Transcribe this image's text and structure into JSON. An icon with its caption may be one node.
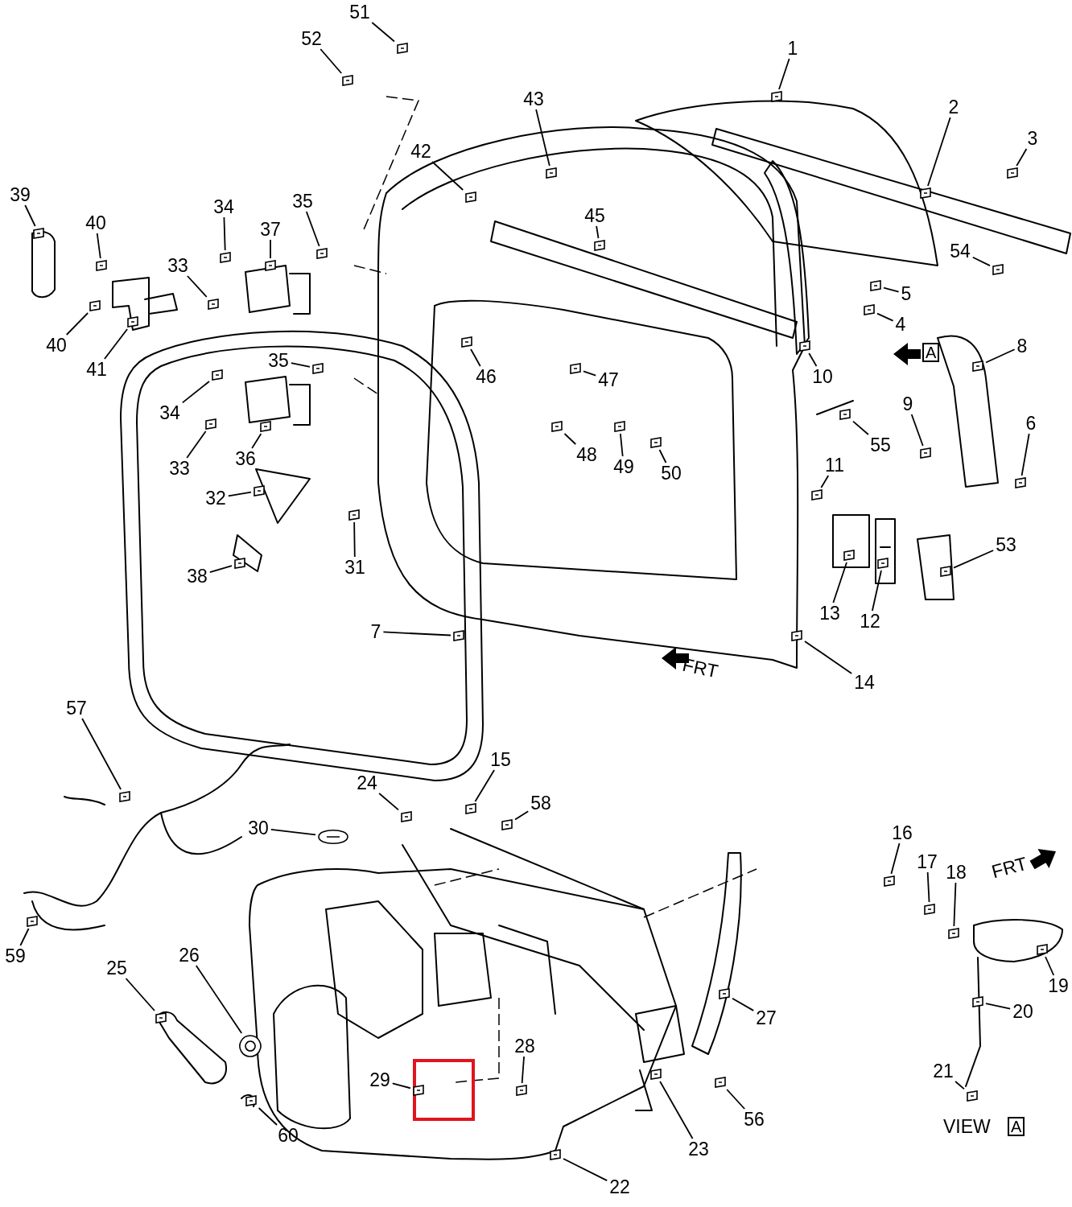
{
  "diagram": {
    "nodes": [
      {
        "text": [
          "51"
        ]
      },
      {
        "text": [
          "52"
        ]
      },
      {
        "text": [
          "1"
        ]
      },
      {
        "text": [
          "43"
        ]
      },
      {
        "text": [
          "2"
        ]
      },
      {
        "text": [
          "3"
        ]
      },
      {
        "text": [
          "42"
        ]
      },
      {
        "text": [
          "39"
        ]
      },
      {
        "text": [
          "45"
        ]
      },
      {
        "text": [
          "34"
        ]
      },
      {
        "text": [
          "35"
        ]
      },
      {
        "text": [
          "40"
        ]
      },
      {
        "text": [
          "37"
        ]
      },
      {
        "text": [
          "54"
        ]
      },
      {
        "text": [
          "33"
        ]
      },
      {
        "text": [
          "5"
        ]
      },
      {
        "text": [
          "4"
        ]
      },
      {
        "text": [
          "40"
        ]
      },
      {
        "text": [
          "41"
        ]
      },
      {
        "text": [
          "8"
        ]
      },
      {
        "text": [
          "35"
        ]
      },
      {
        "text": [
          "10"
        ]
      },
      {
        "text": [
          "46"
        ]
      },
      {
        "text": [
          "47"
        ]
      },
      {
        "text": [
          "9"
        ]
      },
      {
        "text": [
          "34"
        ]
      },
      {
        "text": [
          "6"
        ]
      },
      {
        "text": [
          "55"
        ]
      },
      {
        "text": [
          "33"
        ]
      },
      {
        "text": [
          "36"
        ]
      },
      {
        "text": [
          "48"
        ]
      },
      {
        "text": [
          "49"
        ]
      },
      {
        "text": [
          "50"
        ]
      },
      {
        "text": [
          "11"
        ]
      },
      {
        "text": [
          "32"
        ]
      },
      {
        "text": [
          "53"
        ]
      },
      {
        "text": [
          "38"
        ]
      },
      {
        "text": [
          "31"
        ]
      },
      {
        "text": [
          "13"
        ]
      },
      {
        "text": [
          "12"
        ]
      },
      {
        "text": [
          "7"
        ]
      },
      {
        "text": [
          "14"
        ]
      },
      {
        "text": [
          "57"
        ]
      },
      {
        "text": [
          "15"
        ]
      },
      {
        "text": [
          "24"
        ]
      },
      {
        "text": [
          "58"
        ]
      },
      {
        "text": [
          "30"
        ]
      },
      {
        "text": [
          "16"
        ]
      },
      {
        "text": [
          "17"
        ]
      },
      {
        "text": [
          "18"
        ]
      },
      {
        "text": [
          "19"
        ]
      },
      {
        "text": [
          "59"
        ]
      },
      {
        "text": [
          "25"
        ]
      },
      {
        "text": [
          "26"
        ]
      },
      {
        "text": [
          "20"
        ]
      },
      {
        "text": [
          "27"
        ]
      },
      {
        "text": [
          "28"
        ]
      },
      {
        "text": [
          "29"
        ]
      },
      {
        "text": [
          "21"
        ]
      },
      {
        "text": [
          "56"
        ]
      },
      {
        "text": [
          "23"
        ]
      },
      {
        "text": [
          "60"
        ]
      },
      {
        "text": [
          "22"
        ]
      },
      {
        "text": [],
        "shape": "picture"
      },
      {
        "text": [],
        "shape": "picture"
      },
      {
        "text": [],
        "shape": "picture"
      },
      {
        "text": [],
        "shape": "picture"
      },
      {
        "text": [],
        "shape": "picture"
      },
      {
        "text": [],
        "shape": "picture"
      },
      {
        "text": [],
        "shape": "picture"
      },
      {
        "text": [],
        "shape": "picture"
      },
      {
        "text": [],
        "shape": "picture"
      },
      {
        "text": [],
        "shape": "picture"
      },
      {
        "text": [],
        "shape": "picture"
      },
      {
        "text": [],
        "shape": "picture"
      },
      {
        "text": [],
        "shape": "picture"
      },
      {
        "text": [],
        "shape": "picture"
      },
      {
        "text": [],
        "shape": "picture"
      },
      {
        "text": [],
        "shape": "picture"
      },
      {
        "text": [],
        "shape": "picture"
      },
      {
        "text": [],
        "shape": "picture"
      },
      {
        "text": [],
        "shape": "picture"
      },
      {
        "text": [],
        "shape": "picture"
      },
      {
        "text": [],
        "shape": "picture"
      },
      {
        "text": [],
        "shape": "picture"
      },
      {
        "text": [],
        "shape": "picture"
      },
      {
        "text": [],
        "shape": "picture"
      },
      {
        "text": [],
        "shape": "picture"
      },
      {
        "text": [],
        "shape": "picture"
      },
      {
        "text": [],
        "shape": "picture"
      },
      {
        "text": [],
        "shape": "picture"
      },
      {
        "text": [],
        "shape": "picture"
      },
      {
        "text": [],
        "shape": "picture"
      },
      {
        "text": [],
        "shape": "picture"
      },
      {
        "text": [],
        "shape": "picture"
      },
      {
        "text": [],
        "shape": "picture"
      },
      {
        "text": [],
        "shape": "picture"
      },
      {
        "text": [],
        "shape": "picture"
      },
      {
        "text": [],
        "shape": "picture"
      },
      {
        "text": [],
        "shape": "picture"
      },
      {
        "text": [],
        "shape": "picture"
      },
      {
        "text": [],
        "shape": "picture"
      },
      {
        "text": [],
        "shape": "picture"
      },
      {
        "text": [],
        "shape": "picture"
      },
      {
        "text": [],
        "shape": "picture"
      },
      {
        "text": [],
        "shape": "picture"
      },
      {
        "text": [],
        "shape": "picture"
      },
      {
        "text": [],
        "shape": "picture"
      },
      {
        "text": [],
        "shape": "picture"
      },
      {
        "text": [],
        "shape": "picture"
      },
      {
        "text": [],
        "shape": "picture"
      },
      {
        "text": [],
        "shape": "picture"
      },
      {
        "text": [],
        "shape": "picture"
      },
      {
        "text": [],
        "shape": "picture"
      },
      {
        "text": [],
        "shape": "picture"
      },
      {
        "text": [],
        "shape": "picture"
      },
      {
        "text": [],
        "shape": "picture"
      },
      {
        "text": [],
        "shape": "picture"
      },
      {
        "text": [],
        "shape": "picture"
      },
      {
        "text": [],
        "shape": "picture"
      },
      {
        "text": [],
        "shape": "picture"
      },
      {
        "text": [],
        "shape": "picture"
      },
      {
        "text": [],
        "shape": "picture"
      },
      {
        "text": [],
        "shape": "picture"
      },
      {
        "text": [],
        "shape": "picture"
      },
      {
        "text": [],
        "shape": "picture"
      }
    ],
    "edges": [
      {
        "from": 0,
        "to": 63,
        "arrow": "none"
      },
      {
        "from": 1,
        "to": 64,
        "arrow": "none"
      },
      {
        "from": 2,
        "to": 65,
        "arrow": "none"
      },
      {
        "from": 3,
        "to": 66,
        "arrow": "none"
      },
      {
        "from": 4,
        "to": 67,
        "arrow": "none"
      },
      {
        "from": 5,
        "to": 68,
        "arrow": "none"
      },
      {
        "from": 6,
        "to": 69,
        "arrow": "none"
      },
      {
        "from": 7,
        "to": 70,
        "arrow": "none"
      },
      {
        "from": 8,
        "to": 71,
        "arrow": "none"
      },
      {
        "from": 9,
        "to": 72,
        "arrow": "none"
      },
      {
        "from": 10,
        "to": 73,
        "arrow": "none"
      },
      {
        "from": 11,
        "to": 74,
        "arrow": "none"
      },
      {
        "from": 12,
        "to": 75,
        "arrow": "none"
      },
      {
        "from": 13,
        "to": 76,
        "arrow": "none"
      },
      {
        "from": 14,
        "to": 77,
        "arrow": "none"
      },
      {
        "from": 15,
        "to": 78,
        "arrow": "none"
      },
      {
        "from": 16,
        "to": 79,
        "arrow": "none"
      },
      {
        "from": 17,
        "to": 80,
        "arrow": "none"
      },
      {
        "from": 18,
        "to": 81,
        "arrow": "none"
      },
      {
        "from": 19,
        "to": 82,
        "arrow": "none"
      },
      {
        "from": 20,
        "to": 83,
        "arrow": "none"
      },
      {
        "from": 21,
        "to": 84,
        "arrow": "none"
      },
      {
        "from": 22,
        "to": 85,
        "arrow": "none"
      },
      {
        "from": 23,
        "to": 86,
        "arrow": "none"
      },
      {
        "from": 24,
        "to": 87,
        "arrow": "none"
      },
      {
        "from": 25,
        "to": 88,
        "arrow": "none"
      },
      {
        "from": 26,
        "to": 89,
        "arrow": "none"
      },
      {
        "from": 27,
        "to": 90,
        "arrow": "none"
      },
      {
        "from": 28,
        "to": 91,
        "arrow": "none"
      },
      {
        "from": 29,
        "to": 92,
        "arrow": "none"
      },
      {
        "from": 30,
        "to": 93,
        "arrow": "none"
      },
      {
        "from": 31,
        "to": 94,
        "arrow": "none"
      },
      {
        "from": 32,
        "to": 95,
        "arrow": "none"
      },
      {
        "from": 33,
        "to": 96,
        "arrow": "none"
      },
      {
        "from": 34,
        "to": 97,
        "arrow": "none"
      },
      {
        "from": 35,
        "to": 98,
        "arrow": "none"
      },
      {
        "from": 36,
        "to": 99,
        "arrow": "none"
      },
      {
        "from": 37,
        "to": 100,
        "arrow": "none"
      },
      {
        "from": 38,
        "to": 101,
        "arrow": "none"
      },
      {
        "from": 39,
        "to": 102,
        "arrow": "none"
      },
      {
        "from": 40,
        "to": 103,
        "arrow": "none"
      },
      {
        "from": 41,
        "to": 104,
        "arrow": "none"
      },
      {
        "from": 42,
        "to": 105,
        "arrow": "none"
      },
      {
        "from": 43,
        "to": 106,
        "arrow": "none"
      },
      {
        "from": 44,
        "to": 107,
        "arrow": "none"
      },
      {
        "from": 45,
        "to": 108,
        "arrow": "none"
      },
      {
        "from": 46,
        "to": 109,
        "arrow": "none"
      },
      {
        "from": 47,
        "to": 110,
        "arrow": "none"
      },
      {
        "from": 48,
        "to": 111,
        "arrow": "none"
      },
      {
        "from": 49,
        "to": 112,
        "arrow": "none"
      },
      {
        "from": 50,
        "to": 113,
        "arrow": "none"
      },
      {
        "from": 51,
        "to": 114,
        "arrow": "none"
      },
      {
        "from": 52,
        "to": 115,
        "arrow": "none"
      },
      {
        "from": 53,
        "to": 116,
        "arrow": "none"
      },
      {
        "from": 54,
        "to": 117,
        "arrow": "none"
      },
      {
        "from": 55,
        "to": 118,
        "arrow": "none"
      },
      {
        "from": 56,
        "to": 119,
        "arrow": "none"
      },
      {
        "from": 57,
        "to": 120,
        "arrow": "none"
      },
      {
        "from": 58,
        "to": 121,
        "arrow": "none"
      },
      {
        "from": 59,
        "to": 122,
        "arrow": "none"
      },
      {
        "from": 60,
        "to": 123,
        "arrow": "none"
      },
      {
        "from": 61,
        "to": 124,
        "arrow": "none"
      },
      {
        "from": 62,
        "to": 125,
        "arrow": "none"
      }
    ],
    "labels": [
      "A",
      "FRT",
      "FRT",
      "VIEW",
      "A"
    ]
  }
}
